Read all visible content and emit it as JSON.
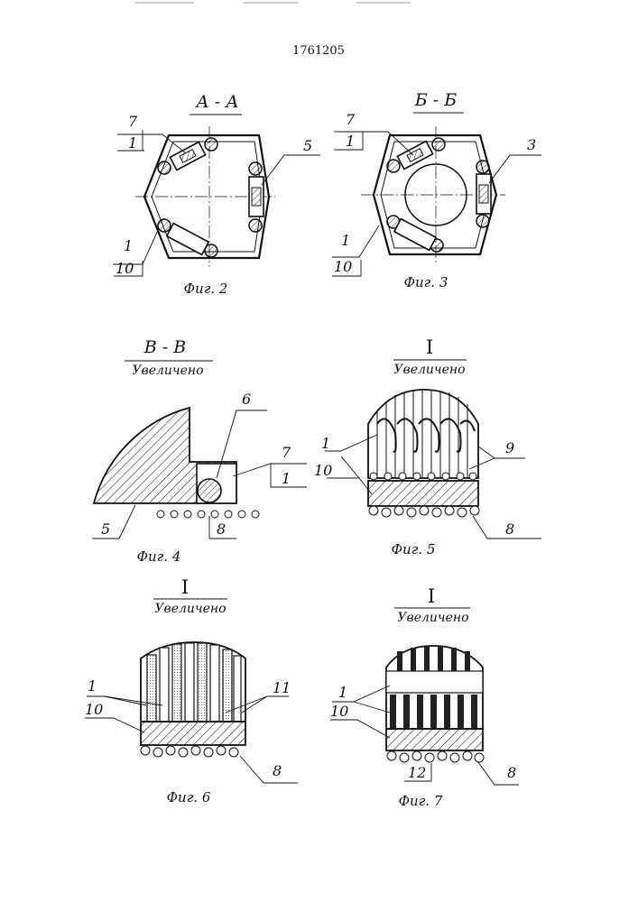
{
  "document": {
    "patent_number": "1761205"
  },
  "figures": [
    {
      "id": "fig2",
      "section_label": "А - А",
      "caption": "Фиг. 2",
      "callouts": [
        "7",
        "1",
        "5",
        "1",
        "10"
      ]
    },
    {
      "id": "fig3",
      "section_label": "Б - Б",
      "caption": "Фиг. 3",
      "callouts": [
        "7",
        "1",
        "3",
        "1",
        "10"
      ]
    },
    {
      "id": "fig4",
      "section_label": "В - В",
      "scale_note": "Увеличено",
      "caption": "Фиг. 4",
      "callouts": [
        "6",
        "7",
        "1",
        "5",
        "8"
      ]
    },
    {
      "id": "fig5",
      "section_label": "I",
      "scale_note": "Увеличено",
      "caption": "Фиг. 5",
      "callouts": [
        "1",
        "10",
        "9",
        "8"
      ]
    },
    {
      "id": "fig6",
      "section_label": "I",
      "scale_note": "Увеличено",
      "caption": "Фиг. 6",
      "callouts": [
        "1",
        "10",
        "11",
        "8"
      ]
    },
    {
      "id": "fig7",
      "section_label": "I",
      "scale_note": "Увеличено",
      "caption": "Фиг. 7",
      "callouts": [
        "1",
        "10",
        "12",
        "8"
      ]
    }
  ]
}
